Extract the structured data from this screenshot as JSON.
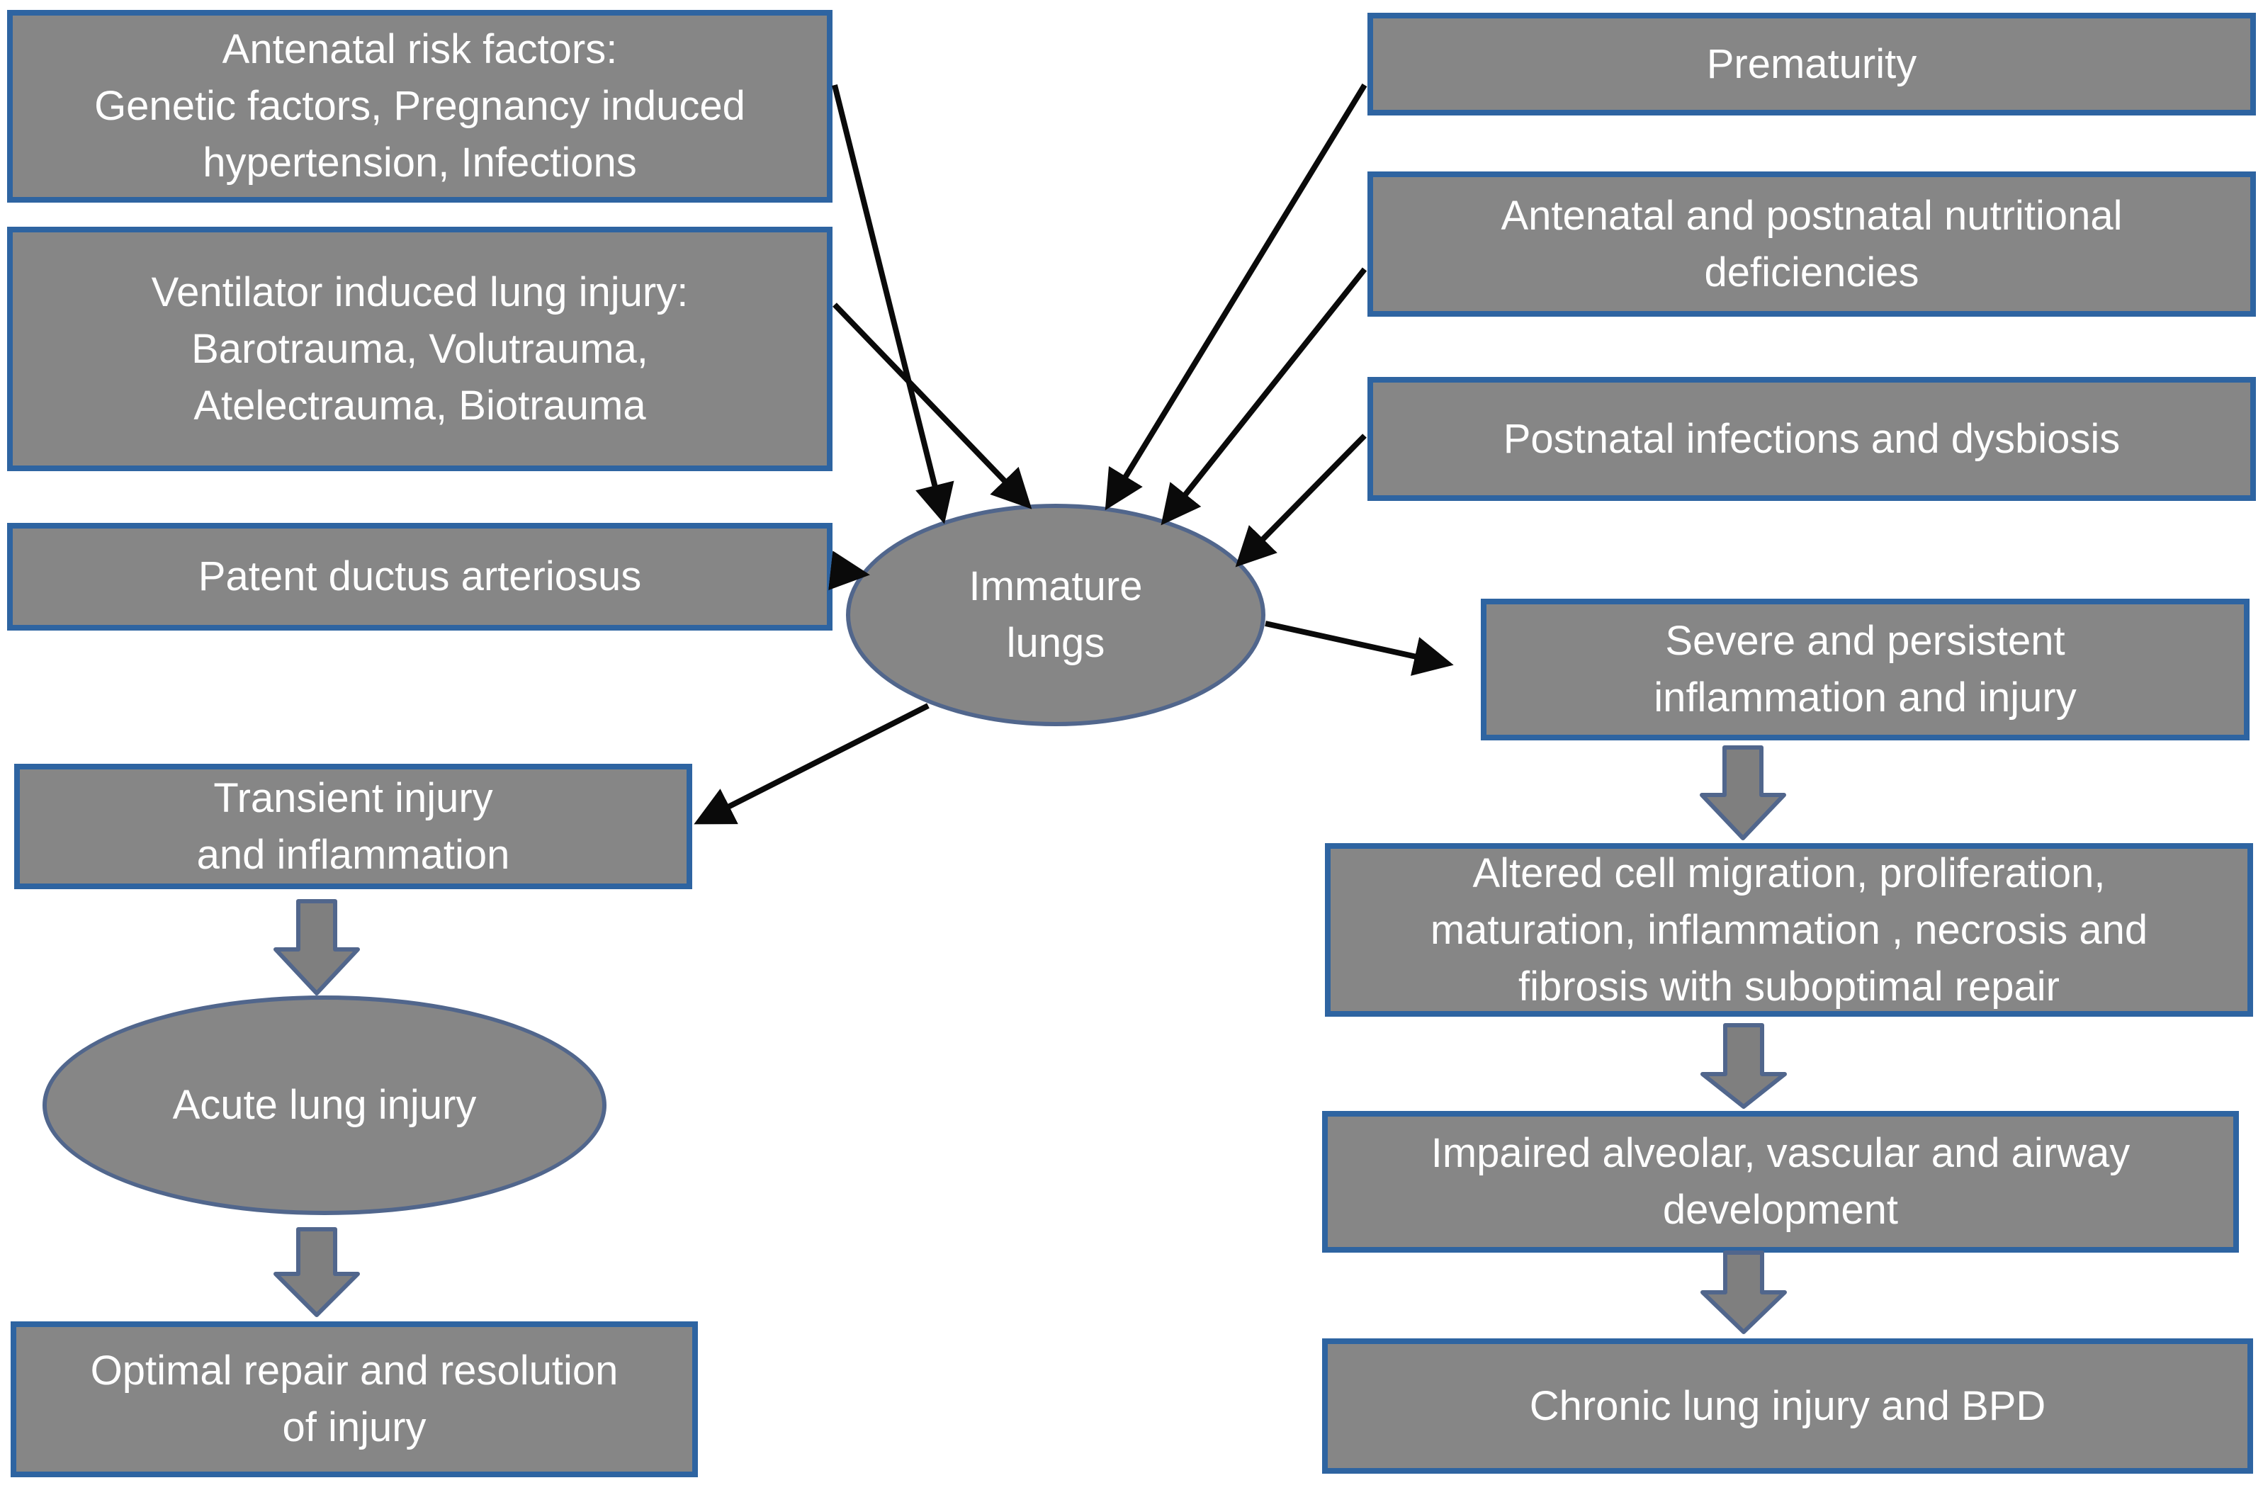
{
  "diagram": {
    "colors": {
      "node_fill": "#868686",
      "rect_border": "#2e64a1",
      "ellipse_border": "#51668c",
      "block_arrow_fill": "#7f7f7f",
      "block_arrow_border": "#51668c",
      "thin_arrow": "#0a0a0a",
      "text": "#ffffff",
      "background": "#ffffff"
    },
    "nodes": {
      "antenatal_risk_factors": {
        "label": "Antenatal risk factors:\nGenetic factors, Pregnancy induced\nhypertension, Infections"
      },
      "ventilator_injury": {
        "label": "Ventilator induced lung injury:\nBarotrauma, Volutrauma,\nAtelectrauma, Biotrauma"
      },
      "patent_ductus_arteriosus": {
        "label": "Patent ductus arteriosus"
      },
      "prematurity": {
        "label": "Prematurity"
      },
      "nutritional_deficiencies": {
        "label": "Antenatal and postnatal nutritional\ndeficiencies"
      },
      "postnatal_infections": {
        "label": "Postnatal infections and dysbiosis"
      },
      "immature_lungs": {
        "label": "Immature\nlungs"
      },
      "transient_injury": {
        "label": "Transient injury\nand inflammation"
      },
      "acute_lung_injury": {
        "label": "Acute lung injury"
      },
      "optimal_repair": {
        "label": "Optimal repair and resolution\nof injury"
      },
      "severe_inflammation": {
        "label": "Severe and persistent\ninflammation and injury"
      },
      "altered_cell_processes": {
        "label": "Altered cell migration, proliferation,\nmaturation, inflammation , necrosis and\nfibrosis with suboptimal repair"
      },
      "impaired_development": {
        "label": "Impaired alveolar, vascular and airway\ndevelopment"
      },
      "chronic_lung_injury_bpd": {
        "label": "Chronic lung injury and BPD"
      }
    }
  }
}
